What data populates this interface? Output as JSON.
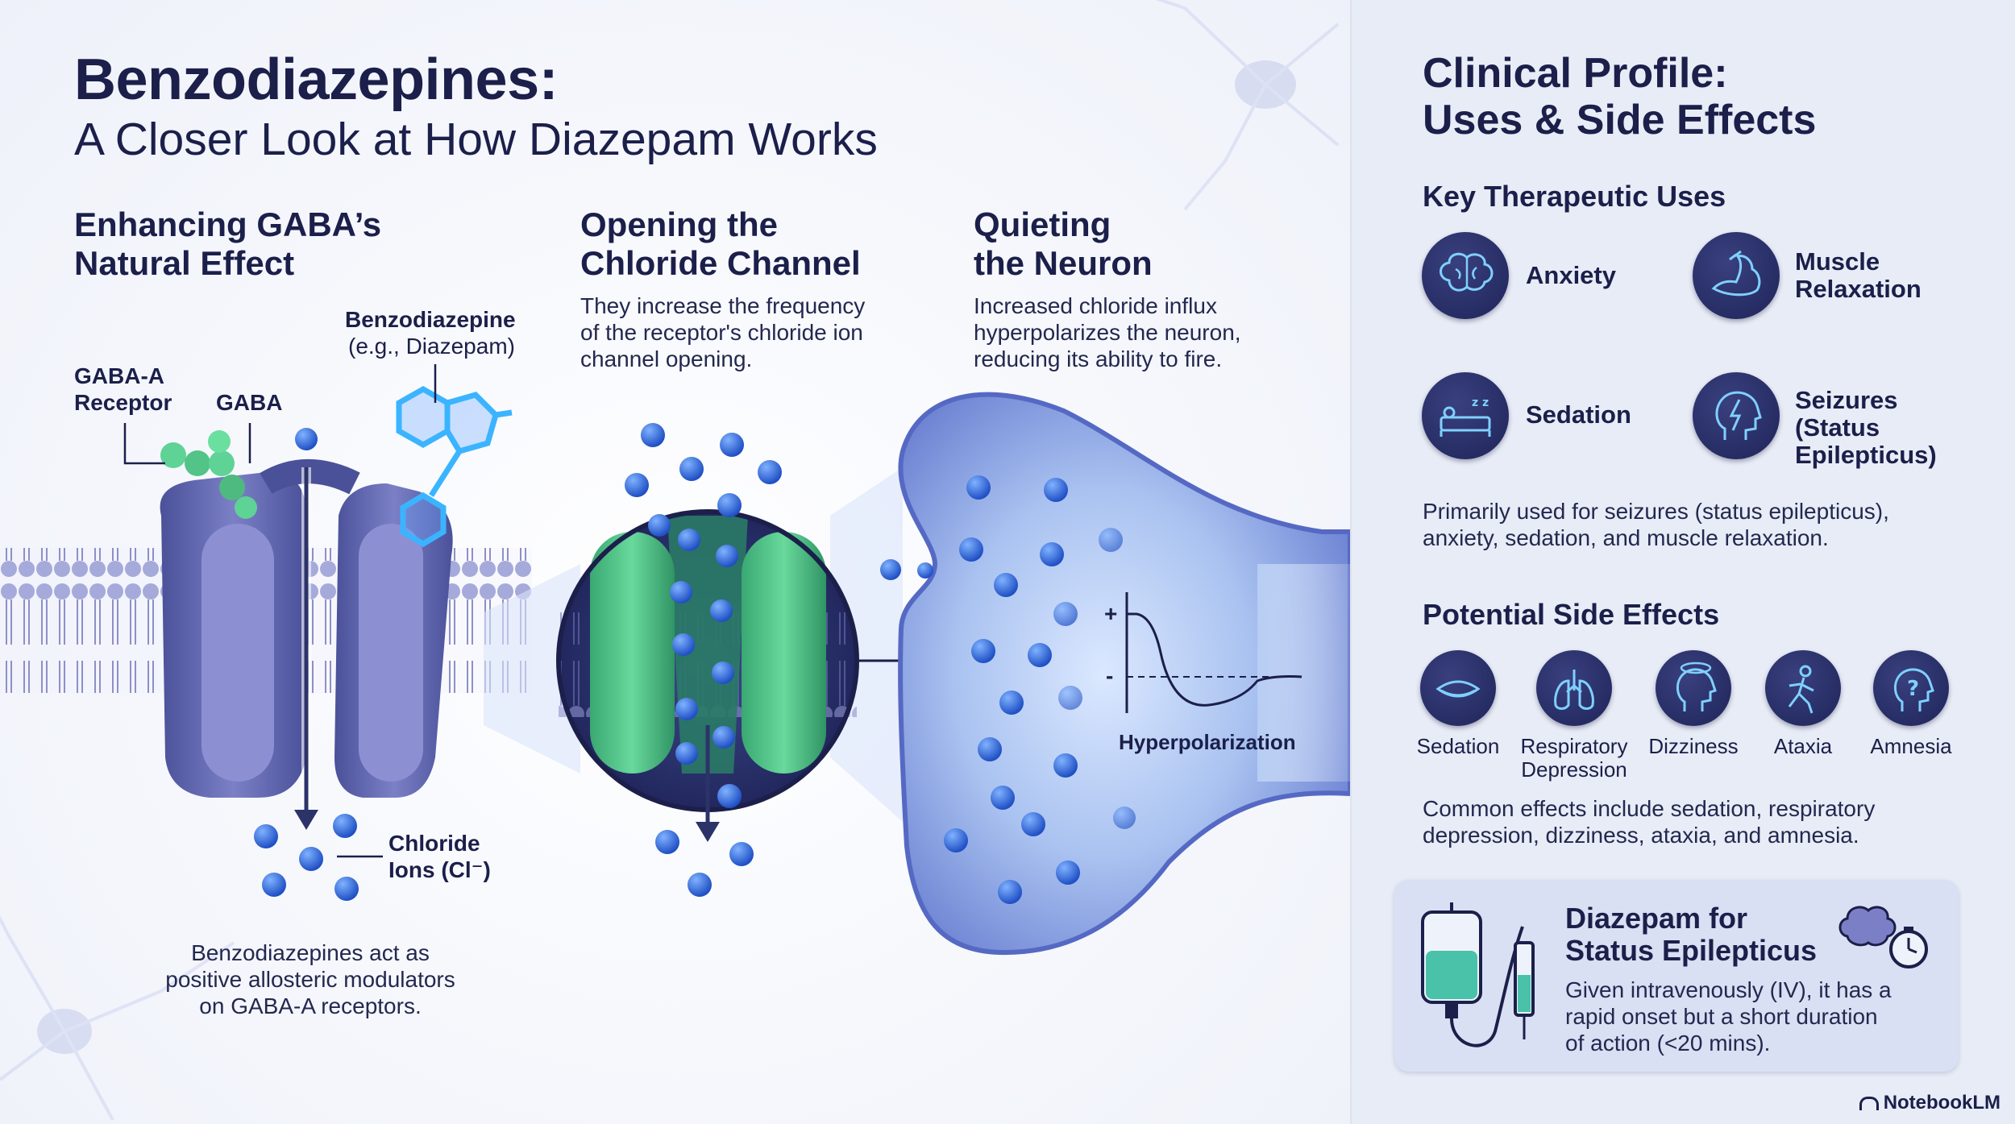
{
  "header": {
    "title": "Benzodiazepines:",
    "subtitle": "A Closer Look at How Diazepam Works"
  },
  "steps": [
    {
      "heading": "Enhancing GABA’s\nNatural Effect",
      "text": ""
    },
    {
      "heading": "Opening the\nChloride Channel",
      "text": "They increase the frequency\nof the receptor's chloride ion\nchannel opening."
    },
    {
      "heading": "Quieting\nthe Neuron",
      "text": "Increased chloride influx\nhyperpolarizes the neuron,\nreducing its ability to fire."
    }
  ],
  "diagram_labels": {
    "benzo_name": "Benzodiazepine",
    "benzo_example": "(e.g., Diazepam)",
    "receptor": "GABA-A\nReceptor",
    "gaba": "GABA",
    "chloride": "Chloride\nIons (Cl⁻)",
    "hyperpolarization": "Hyperpolarization",
    "plus": "+",
    "minus": "-",
    "caption": "Benzodiazepines act as\npositive allosteric modulators\non GABA-A receptors."
  },
  "clinical": {
    "title": "Clinical Profile:\nUses & Side Effects",
    "uses_heading": "Key Therapeutic Uses",
    "uses": [
      {
        "label": "Anxiety",
        "icon": "brain-icon"
      },
      {
        "label": "Muscle\nRelaxation",
        "icon": "muscle-icon"
      },
      {
        "label": "Sedation",
        "icon": "sleeping-bed-icon"
      },
      {
        "label": "Seizures\n(Status\nEpilepticus)",
        "icon": "head-lightning-icon"
      }
    ],
    "uses_summary": "Primarily used for seizures (status epilepticus),\nanxiety, sedation, and muscle relaxation.",
    "side_heading": "Potential Side Effects",
    "side_effects": [
      {
        "label": "Sedation",
        "icon": "closed-eye-icon"
      },
      {
        "label": "Respiratory\nDepression",
        "icon": "lungs-icon"
      },
      {
        "label": "Dizziness",
        "icon": "dizzy-head-icon"
      },
      {
        "label": "Ataxia",
        "icon": "stumbling-person-icon"
      },
      {
        "label": "Amnesia",
        "icon": "question-head-icon"
      }
    ],
    "side_summary": "Common effects include sedation, respiratory\ndepression, dizziness, ataxia, and amnesia.",
    "card": {
      "title": "Diazepam for\nStatus Epilepticus",
      "text": "Given intravenously (IV), it has a\nrapid onset but a short duration\nof action (<20 mins)."
    }
  },
  "brand": "NotebookLM",
  "colors": {
    "navy": "#1b1f4a",
    "accent_blue": "#2f5fd8",
    "channel_green": "#3fbf84",
    "receptor_purple": "#5f66b0",
    "neuron_blue": "#7fa4e6"
  }
}
